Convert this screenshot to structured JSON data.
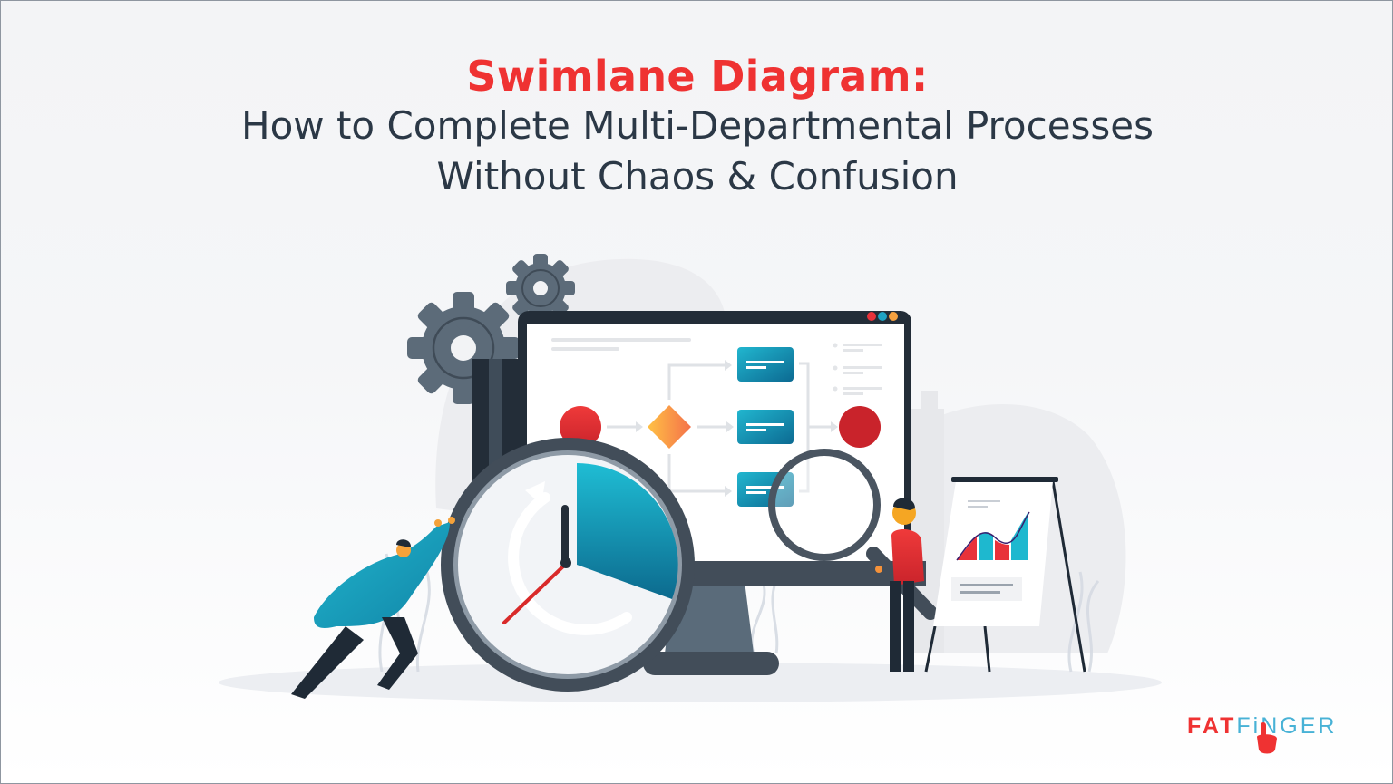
{
  "header": {
    "title": "Swimlane Diagram:",
    "subtitle_line1": "How to Complete Multi-Departmental Processes",
    "subtitle_line2": "Without Chaos & Confusion"
  },
  "illustration": {
    "monitor_window_dots": [
      "#e8323a",
      "#1ea3c4",
      "#f5a140"
    ],
    "flowchart": {
      "start_node_color": "#e52c2f",
      "decision_color_from": "#ffc145",
      "decision_color_to": "#f4714a",
      "process_box_color_from": "#21b6cf",
      "process_box_color_to": "#0c6a92",
      "process_boxes": 3,
      "end_node_color": "#c9232b"
    },
    "icons": [
      "gear-icon",
      "gear-icon",
      "clock-icon",
      "magnifying-glass-icon",
      "easel-chart-icon"
    ],
    "chart_on_easel": {
      "bars": [
        "#e8323a",
        "#1eb8cf",
        "#e8323a",
        "#1eb8cf"
      ],
      "trend": "up"
    }
  },
  "logo": {
    "part1": "FAT",
    "part2": "FiNGER",
    "brand_red": "#ef3232",
    "brand_blue": "#48b2d6"
  }
}
